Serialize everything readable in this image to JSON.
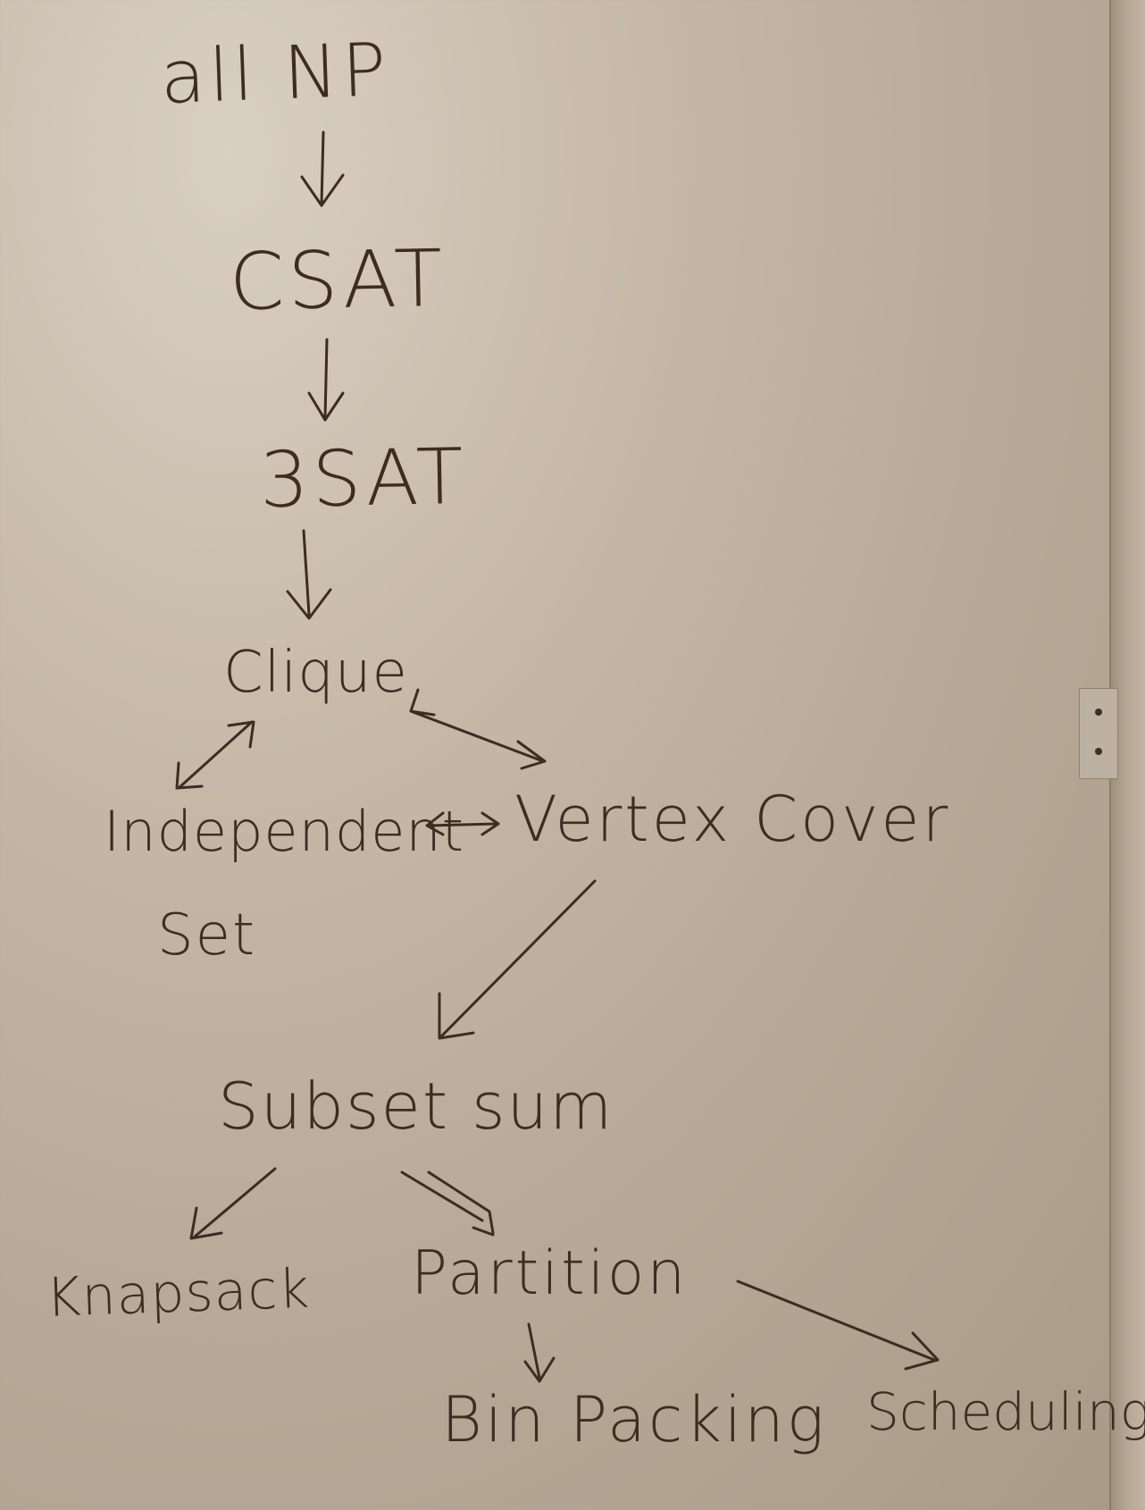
{
  "diagram": {
    "nodes": {
      "all_np": "all NP",
      "csat": "CSAT",
      "three_sat": "3SAT",
      "clique": "Clique",
      "independent_set_line1": "Independent",
      "independent_set_line2": "Set",
      "vertex_cover": "Vertex Cover",
      "subset_sum": "Subset sum",
      "knapsack": "Knapsack",
      "partition": "Partition",
      "bin_packing": "Bin Packing",
      "scheduling": "Scheduling"
    },
    "edges": [
      {
        "from": "all NP",
        "to": "CSAT",
        "type": "directed"
      },
      {
        "from": "CSAT",
        "to": "3SAT",
        "type": "directed"
      },
      {
        "from": "3SAT",
        "to": "Clique",
        "type": "directed"
      },
      {
        "from": "Clique",
        "to": "Independent Set",
        "type": "bidirectional"
      },
      {
        "from": "Clique",
        "to": "Vertex Cover",
        "type": "bidirectional"
      },
      {
        "from": "Independent Set",
        "to": "Vertex Cover",
        "type": "bidirectional"
      },
      {
        "from": "Vertex Cover",
        "to": "Subset sum",
        "type": "directed"
      },
      {
        "from": "Subset sum",
        "to": "Knapsack",
        "type": "directed"
      },
      {
        "from": "Subset sum",
        "to": "Partition",
        "type": "directed"
      },
      {
        "from": "Partition",
        "to": "Bin Packing",
        "type": "directed"
      },
      {
        "from": "Partition",
        "to": "Scheduling",
        "type": "directed"
      }
    ],
    "ink_color": "#3b2d20",
    "board_color": "#c4b7a6"
  }
}
